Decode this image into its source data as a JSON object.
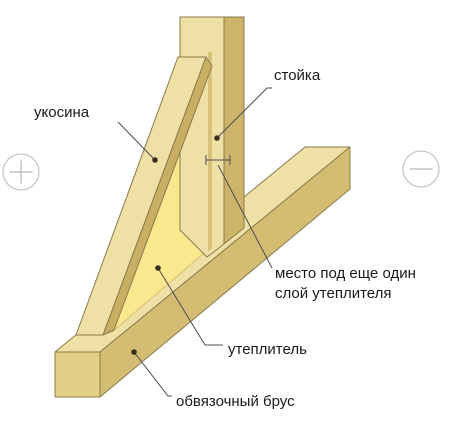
{
  "labels": {
    "post": "стойка",
    "brace": "укосина",
    "extra_layer_line1": "место под еще один",
    "extra_layer_line2": "слой утеплителя",
    "insulation": "утеплитель",
    "sill_beam": "обвязочный брус"
  },
  "controls": {
    "zoom_in_icon": "plus-circle-icon",
    "zoom_out_icon": "minus-circle-icon"
  },
  "colors": {
    "wood_light": "#efe0a6",
    "wood_mid": "#e3cf86",
    "wood_dark": "#cdb46a",
    "wood_shadow": "#b49c55",
    "insulation": "#fbe78e",
    "edge": "#8a7a4c"
  }
}
